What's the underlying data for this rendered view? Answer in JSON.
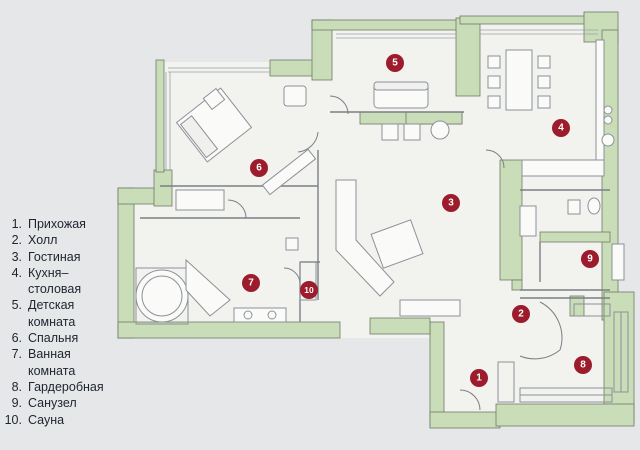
{
  "legend": [
    {
      "num": "1.",
      "label": "Прихожая"
    },
    {
      "num": "2.",
      "label": "Холл"
    },
    {
      "num": "3.",
      "label": "Гостиная"
    },
    {
      "num": "4.",
      "label": "Кухня–",
      "cont": "столовая"
    },
    {
      "num": "5.",
      "label": "Детская",
      "cont": "комната"
    },
    {
      "num": "6.",
      "label": "Спальня"
    },
    {
      "num": "7.",
      "label": "Ванная",
      "cont": "комната"
    },
    {
      "num": "8.",
      "label": "Гардеробная"
    },
    {
      "num": "9.",
      "label": "Санузел"
    },
    {
      "num": "10.",
      "label": "Сауна"
    }
  ],
  "badges": [
    "1",
    "2",
    "3",
    "4",
    "5",
    "6",
    "7",
    "8",
    "9",
    "10"
  ],
  "colors": {
    "wall": "#c9ddb9",
    "wall_stroke": "#6f7a68",
    "floor": "#f2f2ef",
    "badge": "#9c1c2c",
    "line": "#7a7f86"
  }
}
